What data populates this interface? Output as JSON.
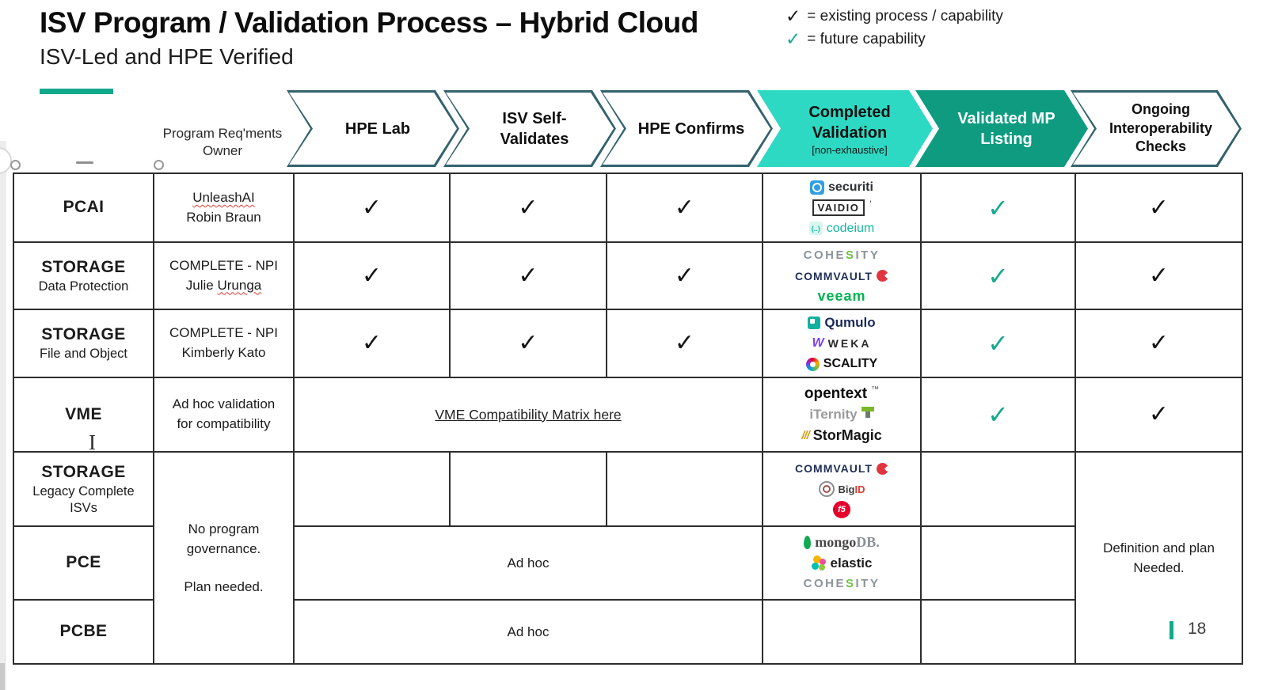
{
  "title": "ISV Program / Validation Process – Hybrid Cloud",
  "subtitle": "ISV-Led and HPE Verified",
  "legend": {
    "existing_check": "✓",
    "existing_label": "= existing process / capability",
    "future_check": "✓",
    "future_label": "= future capability"
  },
  "process_header": {
    "owner_line1": "Program Req'ments",
    "owner_line2": "Owner",
    "steps": {
      "hpe_lab": "HPE Lab",
      "isv_self_1": "ISV Self-",
      "isv_self_2": "Validates",
      "hpe_confirms": "HPE Confirms",
      "completed_1": "Completed",
      "completed_2": "Validation",
      "completed_note": "[non-exhaustive]",
      "validated_1": "Validated MP",
      "validated_2": "Listing",
      "ongoing_1": "Ongoing",
      "ongoing_2": "Interoperability",
      "ongoing_3": "Checks"
    }
  },
  "marks": {
    "existing": "✓",
    "future": "✓"
  },
  "rows": {
    "pcai": {
      "cat": "PCAI",
      "owner1": "UnleashAI",
      "owner2": "Robin Braun"
    },
    "storage_dp": {
      "cat": "STORAGE",
      "sub": "Data Protection",
      "owner1": "COMPLETE - NPI",
      "owner2a": "Julie",
      "owner2b": "Urunga"
    },
    "storage_fo": {
      "cat": "STORAGE",
      "sub": "File and Object",
      "owner1": "COMPLETE - NPI",
      "owner2": "Kimberly Kato"
    },
    "vme": {
      "cat": "VME",
      "owner1": "Ad hoc validation",
      "owner2": "for compatibility",
      "link": "VME Compatibility Matrix here"
    },
    "storage_legacy": {
      "cat": "STORAGE",
      "sub": "Legacy Complete ISVs"
    },
    "pce": {
      "cat": "PCE",
      "adhoc": "Ad hoc"
    },
    "pcbe": {
      "cat": "PCBE",
      "adhoc": "Ad hoc"
    },
    "governance_1": "No program governance.",
    "governance_2": "Plan needed.",
    "definition_1": "Definition and plan",
    "definition_2": "Needed."
  },
  "logos": {
    "securiti": "securiti",
    "vaidio": "VAIDIO",
    "codeium_ic": "(..)",
    "codeium": "codeium",
    "cohesity_a": "COHE",
    "cohesity_b": "S",
    "cohesity_c": "ITY",
    "commvault": "COMMVAULT",
    "veeam": "veeam",
    "qumulo": "Qumulo",
    "weka_ic": "W",
    "weka": "WEKA",
    "scality": "SCALITY",
    "opentext": "opentext",
    "opentext_tm": "™",
    "iternity": "iTernity",
    "stormagic_ic": "///",
    "stormagic": "StorMagic",
    "bigid_a": "Big",
    "bigid_b": "ID",
    "f5": "f5",
    "mongo_a": "mongo",
    "mongo_b": "DB.",
    "elastic": "elastic"
  },
  "page_number": "18",
  "colors": {
    "hpe_green": "#12A88C",
    "light_teal_chevron": "#2ED9C3",
    "dark_teal_chevron": "#0E9B80",
    "future_check_green": "#17A98C",
    "chevron_border": "#33626E",
    "table_border": "#2D2D2D"
  }
}
